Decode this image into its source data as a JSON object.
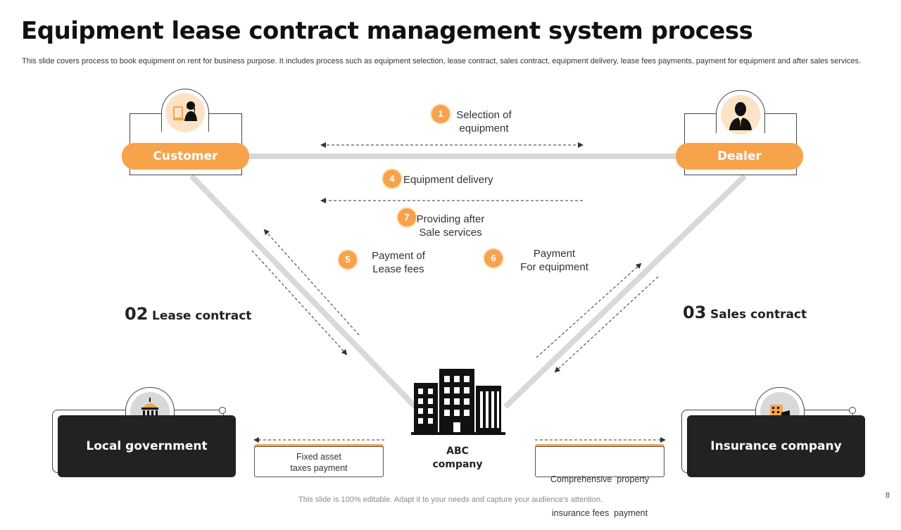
{
  "title": "Equipment lease contract management system process",
  "subtitle": "This slide covers process to book equipment on rent for business purpose. It includes process such as equipment selection, lease contract, sales contract, equipment delivery, lease fees payments, payment for equipment and after sales services.",
  "parties": {
    "customer": {
      "label": "Customer",
      "icon": "customer-icon"
    },
    "dealer": {
      "label": "Dealer",
      "icon": "dealer-icon"
    },
    "local_government": {
      "label": "Local government",
      "icon": "government-building-icon"
    },
    "insurance_company": {
      "label": "Insurance company",
      "icon": "insurance-icon"
    },
    "abc_company": {
      "line1": "ABC",
      "line2": "company",
      "icon": "office-building-icon"
    }
  },
  "steps": [
    {
      "num": "1",
      "line1": "Selection of",
      "line2": "equipment"
    },
    {
      "num": "4",
      "line1": "Equipment delivery",
      "line2": ""
    },
    {
      "num": "7",
      "line1": "Providing after",
      "line2": "Sale services"
    },
    {
      "num": "5",
      "line1": "Payment of",
      "line2": "Lease fees"
    },
    {
      "num": "6",
      "line1": "Payment",
      "line2": "For equipment"
    }
  ],
  "contracts": {
    "lease": {
      "num": "02",
      "label": "Lease contract"
    },
    "sales": {
      "num": "03",
      "label": "Sales contract"
    }
  },
  "payments": {
    "fixed_asset": {
      "line1": "Fixed asset",
      "line2": "taxes payment"
    },
    "insurance": {
      "line1": "Comprehensive  property",
      "line2": "insurance fees  payment"
    }
  },
  "footer": "This slide is 100% editable. Adapt it to your needs and capture your audience's attention.",
  "page_number": "8",
  "colors": {
    "accent": "#f7a34c",
    "dark": "#222222",
    "line": "#d9d9d9"
  }
}
